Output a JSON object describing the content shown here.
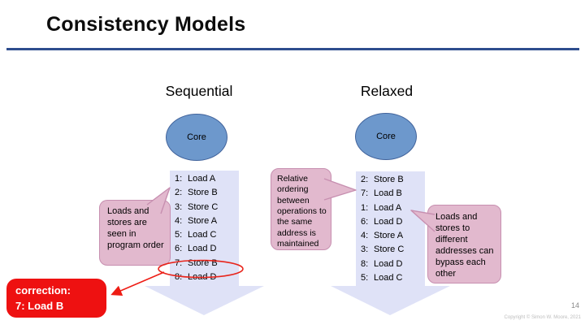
{
  "slide": {
    "title": "Consistency Models",
    "page_number": "14",
    "copyright": "Copyright © Simon W. Moore, 2021"
  },
  "colors": {
    "rule_blue": "#2e4d8e",
    "core_fill": "#6d98cc",
    "core_stroke": "#41639b",
    "list_bg": "#dfe2f7",
    "bubble_fill": "#e2b9ce",
    "bubble_stroke": "#c78fb0",
    "correction_red": "#ee1111",
    "annotation_red": "#e8251c"
  },
  "sequential": {
    "heading": "Sequential",
    "core_label": "Core",
    "items": [
      {
        "n": "1:",
        "op": "Load A"
      },
      {
        "n": "2:",
        "op": "Store B"
      },
      {
        "n": "3:",
        "op": "Store C"
      },
      {
        "n": "4:",
        "op": "Store A"
      },
      {
        "n": "5:",
        "op": "Load C"
      },
      {
        "n": "6:",
        "op": "Load D"
      },
      {
        "n": "7:",
        "op": "Store B"
      },
      {
        "n": "8:",
        "op": "Load D"
      }
    ],
    "circled_item": "7: Store B"
  },
  "relaxed": {
    "heading": "Relaxed",
    "core_label": "Core",
    "items": [
      {
        "n": "2:",
        "op": "Store B"
      },
      {
        "n": "7:",
        "op": "Load B"
      },
      {
        "n": "1:",
        "op": "Load A"
      },
      {
        "n": "6:",
        "op": "Load D"
      },
      {
        "n": "4:",
        "op": "Store A"
      },
      {
        "n": "3:",
        "op": "Store C"
      },
      {
        "n": "8:",
        "op": "Load D"
      },
      {
        "n": "5:",
        "op": "Load C"
      }
    ]
  },
  "callouts": {
    "left": {
      "text": "Loads and stores are seen in program order"
    },
    "middle": {
      "text": "Relative ordering between operations to the same address is maintained"
    },
    "right": {
      "text": "Loads and stores to different addresses can bypass each other"
    }
  },
  "correction": {
    "label": "correction:",
    "value": "7: Load B"
  }
}
